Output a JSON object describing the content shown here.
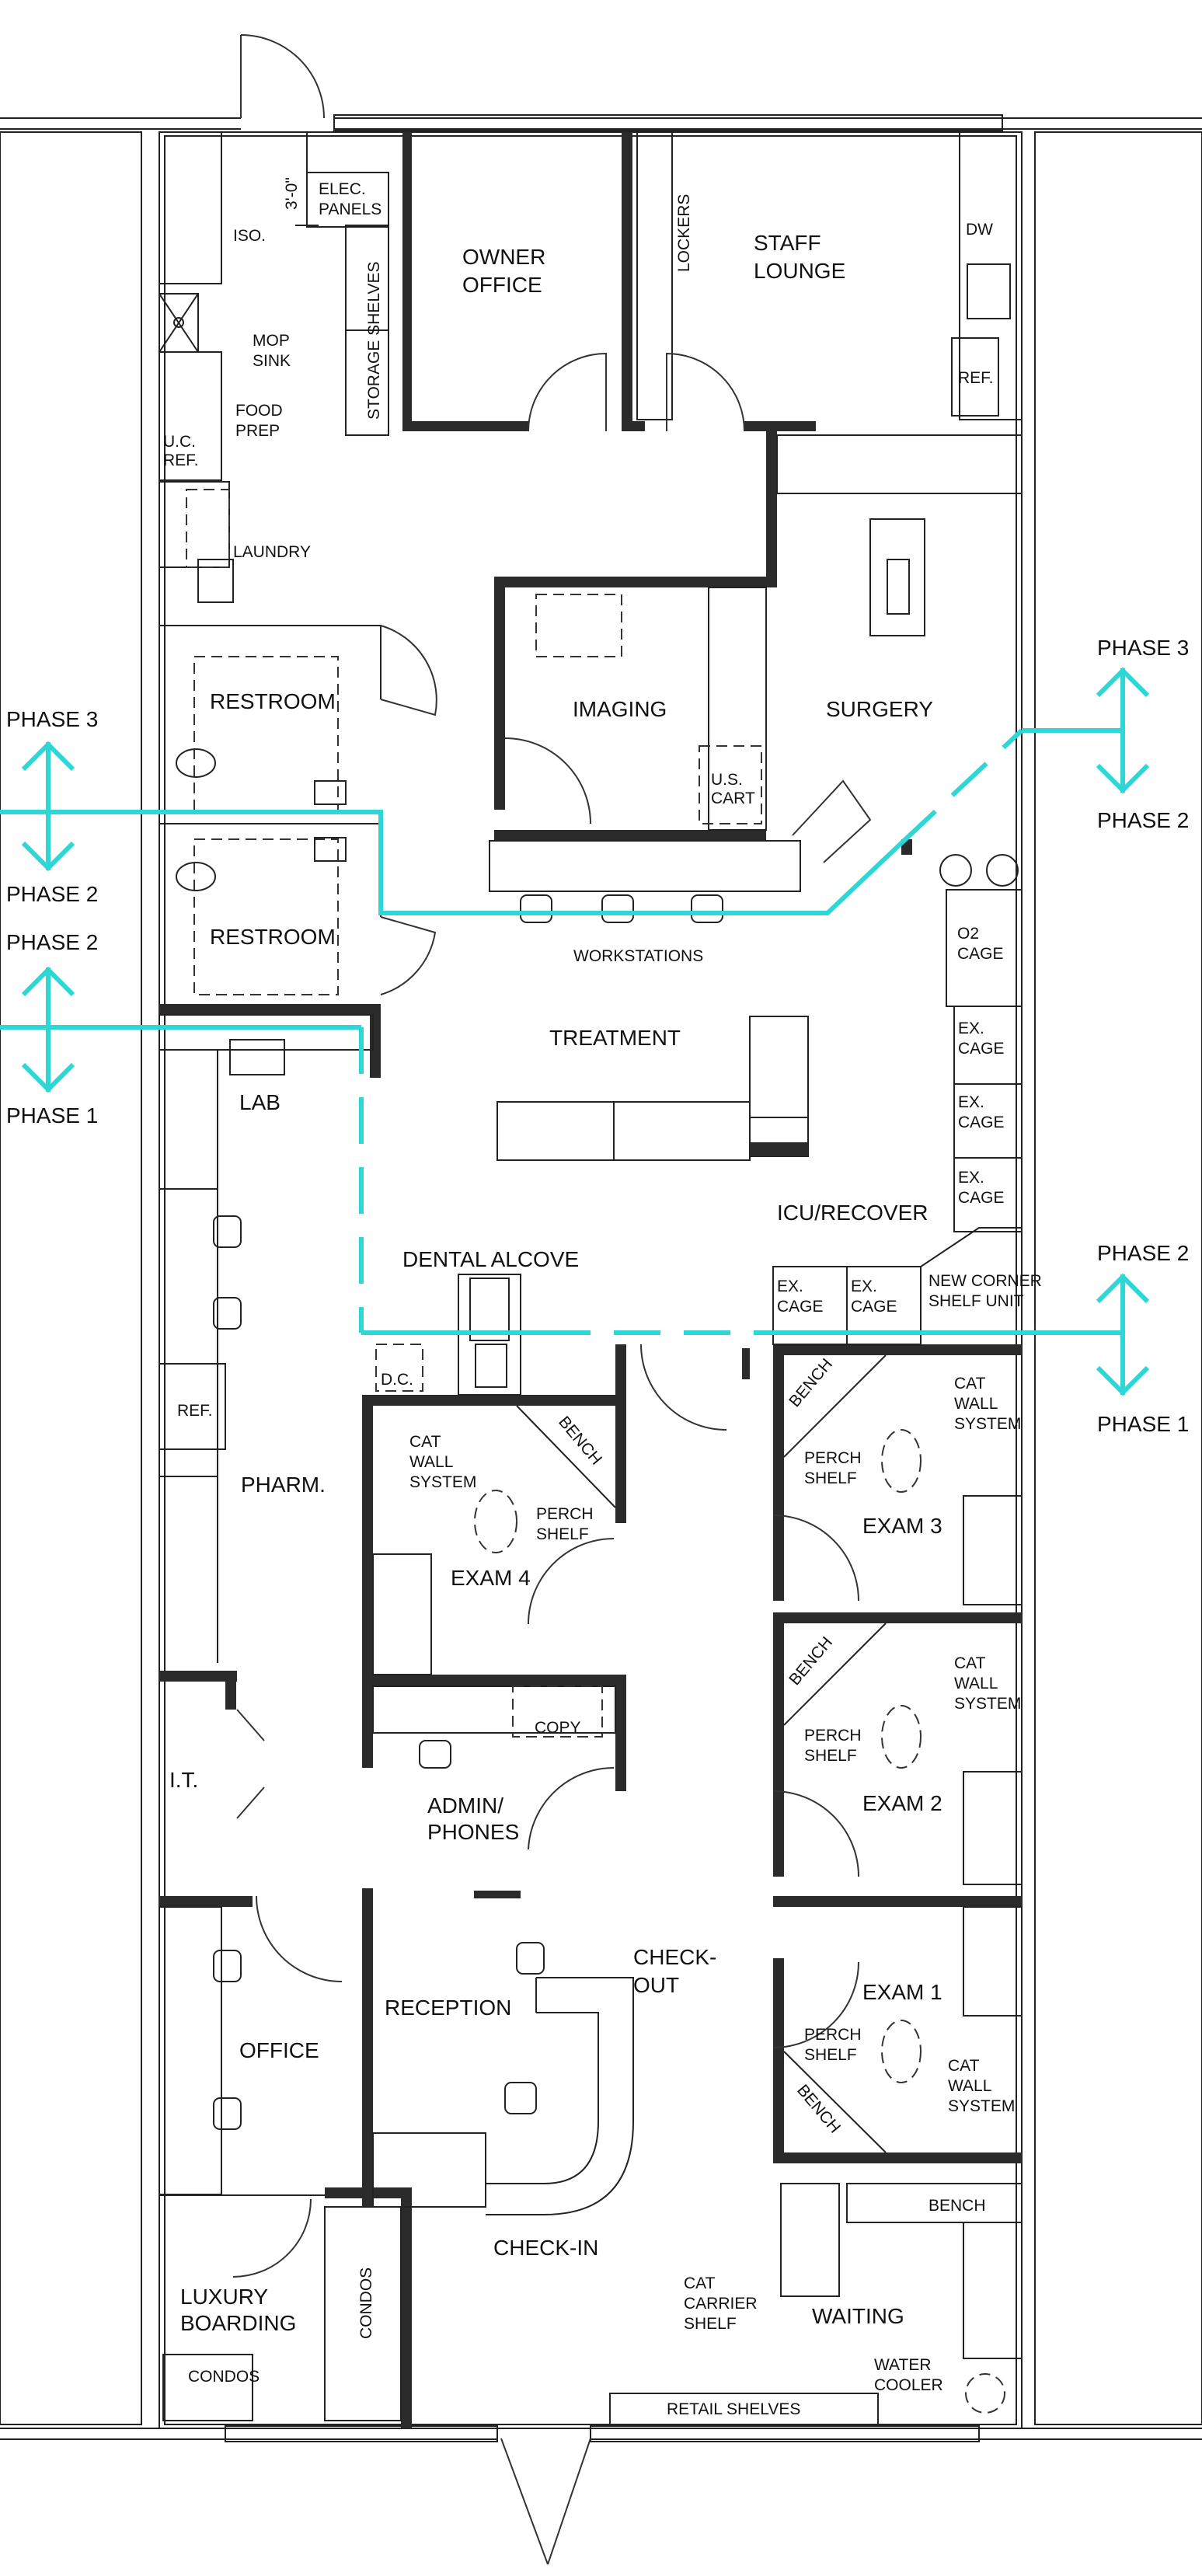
{
  "rooms": {
    "iso": "ISO.",
    "elec_panels": "ELEC.\nPANELS",
    "dimension": "3'-0\"",
    "mop_sink": "MOP\nSINK",
    "food_prep": "FOOD\nPREP",
    "uc_ref": "U.C.\nREF.",
    "laundry": "LAUNDRY",
    "storage_shelves": "STORAGE SHELVES",
    "owner_office": "OWNER\nOFFICE",
    "lockers": "LOCKERS",
    "staff_lounge": "STAFF\nLOUNGE",
    "dw": "DW",
    "ref_lounge": "REF.",
    "restroom_top": "RESTROOM",
    "restroom_bottom": "RESTROOM",
    "imaging": "IMAGING",
    "us_cart": "U.S.\nCART",
    "surgery": "SURGERY",
    "workstations": "WORKSTATIONS",
    "o2_cage": "O2\nCAGE",
    "treatment": "TREATMENT",
    "lab": "LAB",
    "ex_cage": "EX.\nCAGE",
    "icu_recover": "ICU/RECOVER",
    "dental_alcove": "DENTAL ALCOVE",
    "new_corner_shelf": "NEW CORNER\nSHELF UNIT",
    "dc": "D.C.",
    "ref_pharm": "REF.",
    "pharm": "PHARM.",
    "bench": "BENCH",
    "cat_wall_system": "CAT\nWALL\nSYSTEM",
    "perch_shelf": "PERCH\nSHELF",
    "exam4": "EXAM 4",
    "exam3": "EXAM 3",
    "exam2": "EXAM 2",
    "exam1": "EXAM 1",
    "copy": "COPY",
    "it": "I.T.",
    "admin_phones": "ADMIN/\nPHONES",
    "check_out": "CHECK-\nOUT",
    "reception": "RECEPTION",
    "office": "OFFICE",
    "check_in": "CHECK-IN",
    "luxury_boarding": "LUXURY\nBOARDING",
    "condos": "CONDOS",
    "cat_carrier_shelf": "CAT\nCARRIER\nSHELF",
    "waiting": "WAITING",
    "water_cooler": "WATER\nCOOLER",
    "retail_shelves": "RETAIL SHELVES"
  },
  "phases": {
    "left_upper_top": "PHASE 3",
    "left_upper_bottom": "PHASE 2",
    "left_lower_top": "PHASE 2",
    "left_lower_bottom": "PHASE 1",
    "right_upper_top": "PHASE 3",
    "right_upper_bottom": "PHASE 2",
    "right_lower_top": "PHASE 2",
    "right_lower_bottom": "PHASE 1"
  },
  "colors": {
    "phase_line": "#2fd6d6",
    "wall": "#2b2b2b"
  }
}
